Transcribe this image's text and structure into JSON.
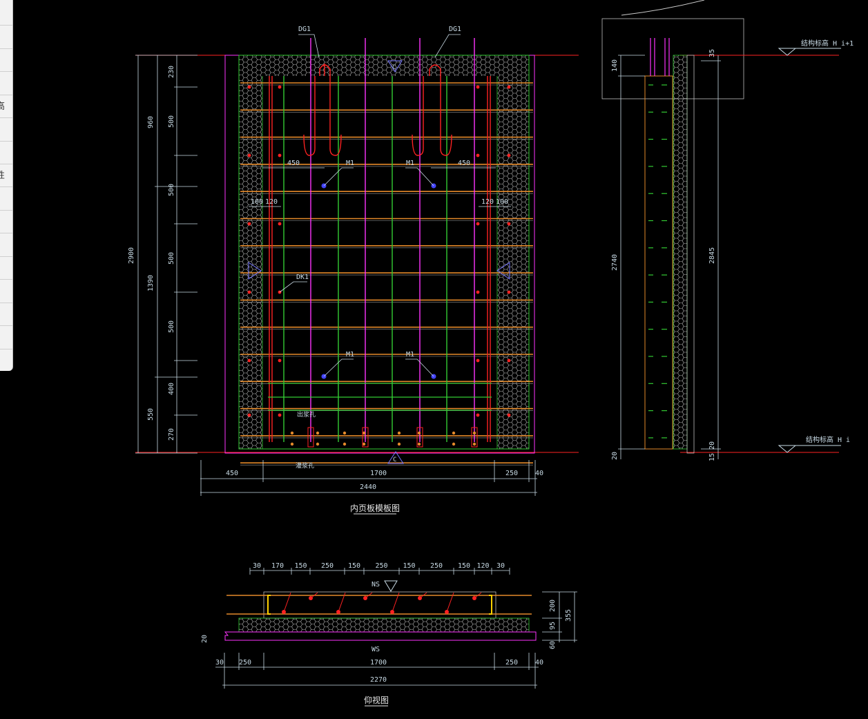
{
  "side_panel": {
    "fragments": [
      "高",
      "性"
    ]
  },
  "colors": {
    "dim": "#c9dbe6",
    "red": "#ff2222",
    "magenta": "#ff33ff",
    "green": "#33cc33",
    "orange": "#e58a2a",
    "blue": "#7777ff",
    "grey": "#9a9a9a",
    "white": "#e8e8e8"
  },
  "elevation": {
    "title": "内页板模板图",
    "labels": {
      "dg1_left": "DG1",
      "dg1_right": "DG1",
      "m1_tl": "M1",
      "m1_tr": "M1",
      "m1_bl": "M1",
      "m1_br": "M1",
      "dk1": "DK1",
      "grout_label_1": "出浆孔",
      "grout_label_2": "灌浆孔",
      "section_mark_top": "C",
      "section_mark_bottom": "C",
      "dim_450_left": "450",
      "dim_450_right": "450",
      "dim_100_left": "100",
      "dim_120_left": "120",
      "dim_120_right": "120",
      "dim_100_right": "100"
    },
    "left_dims_outer": {
      "total": "2900"
    },
    "left_dims_mid": {
      "top": "960",
      "mid": "1390",
      "bottom": "550"
    },
    "left_dims_inner": [
      "230",
      "500",
      "500",
      "500",
      "500",
      "400",
      "270"
    ],
    "bottom_dims": {
      "d1": "450",
      "d2": "1700",
      "d3": "250",
      "d4": "40",
      "total": "2440"
    }
  },
  "section": {
    "level_top": "结构标高 H i+1",
    "level_bottom": "结构标高 H i",
    "dims_left": {
      "d140": "140",
      "d2740": "2740",
      "d20": "20"
    },
    "dims_right": {
      "d35": "35",
      "d2845": "2845",
      "d20": "20",
      "d15": "15"
    }
  },
  "plan": {
    "title": "仰视图",
    "top_dims": [
      "30",
      "170",
      "150",
      "250",
      "150",
      "250",
      "150",
      "250",
      "150",
      "120",
      "30"
    ],
    "ns_label": "NS",
    "ws_label": "WS",
    "right_dims": {
      "d200": "200",
      "d95": "95",
      "d60": "60",
      "d355": "355"
    },
    "left_dim": "20",
    "bottom_dims": {
      "d30": "30",
      "d250l": "250",
      "d1700": "1700",
      "d250r": "250",
      "d40": "40",
      "total": "2270"
    }
  }
}
